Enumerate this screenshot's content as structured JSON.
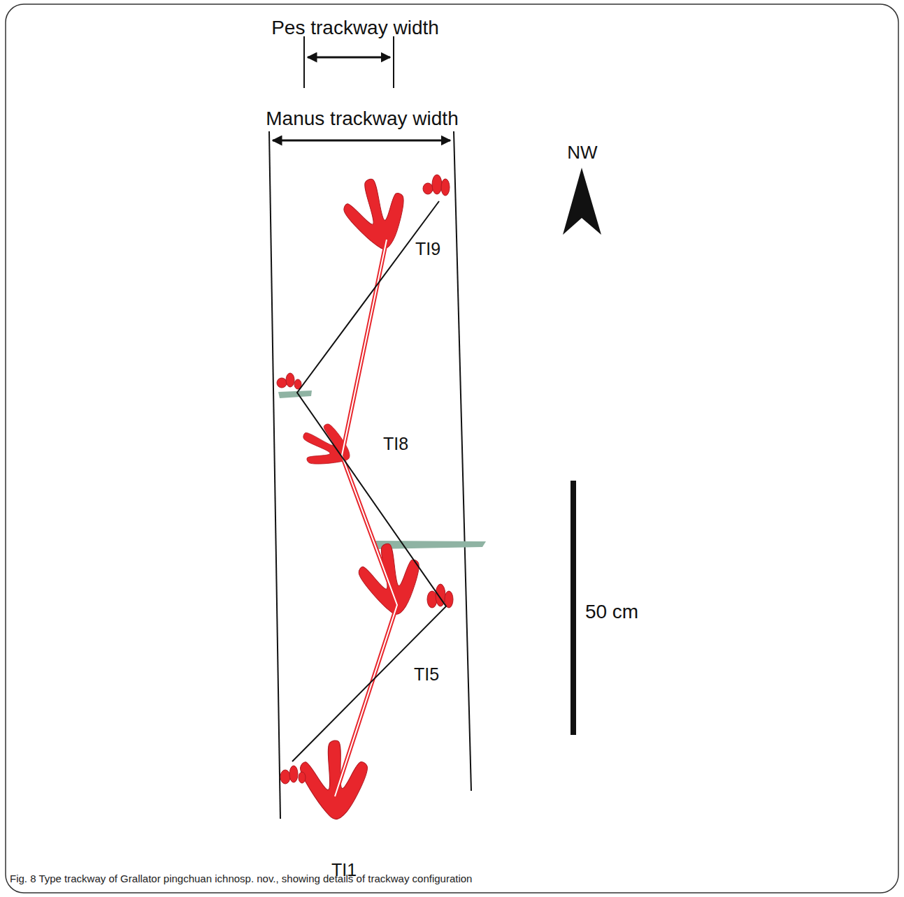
{
  "diagram": {
    "caption": "Fig. 8 Type trackway of Grallator pingchuan ichnosp. nov., showing details of trackway configuration",
    "labels": [
      "Pes trackway width",
      "Manus trackway width",
      "NW",
      "TI9",
      "TI8",
      "TI5",
      "TI1",
      "50 cm"
    ]
  }
}
